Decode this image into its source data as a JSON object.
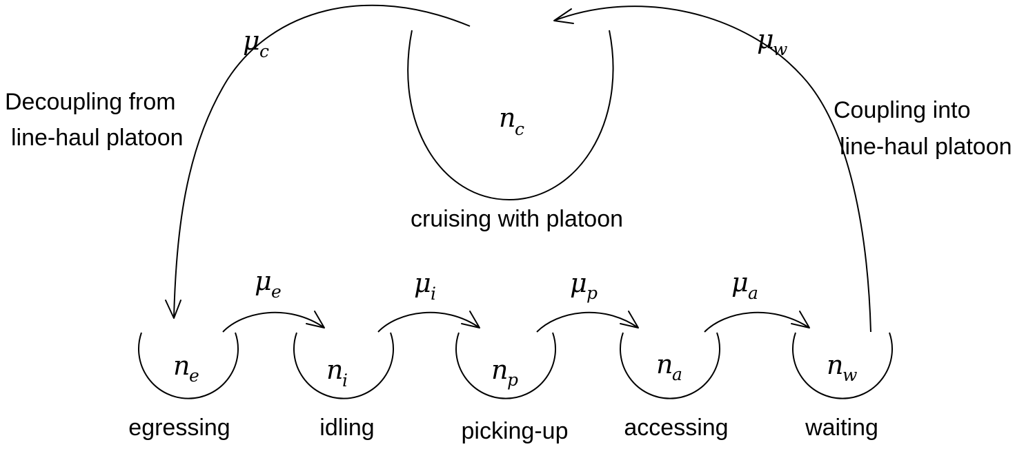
{
  "states": {
    "cruising": {
      "symbol": "n",
      "sub": "c",
      "label": "cruising with platoon"
    },
    "egressing": {
      "symbol": "n",
      "sub": "e",
      "label": "egressing"
    },
    "idling": {
      "symbol": "n",
      "sub": "i",
      "label": "idling"
    },
    "picking_up": {
      "symbol": "n",
      "sub": "p",
      "label": "picking-up"
    },
    "accessing": {
      "symbol": "n",
      "sub": "a",
      "label": "accessing"
    },
    "waiting": {
      "symbol": "n",
      "sub": "w",
      "label": "waiting"
    }
  },
  "rates": {
    "c": {
      "symbol": "μ",
      "sub": "c"
    },
    "w": {
      "symbol": "μ",
      "sub": "w"
    },
    "e": {
      "symbol": "μ",
      "sub": "e"
    },
    "i": {
      "symbol": "μ",
      "sub": "i"
    },
    "p": {
      "symbol": "μ",
      "sub": "p"
    },
    "a": {
      "symbol": "μ",
      "sub": "a"
    }
  },
  "transitions": {
    "decoupling": {
      "line1": "Decoupling from",
      "line2": "line-haul platoon"
    },
    "coupling": {
      "line1": "Coupling into",
      "line2": "line-haul platoon"
    }
  }
}
